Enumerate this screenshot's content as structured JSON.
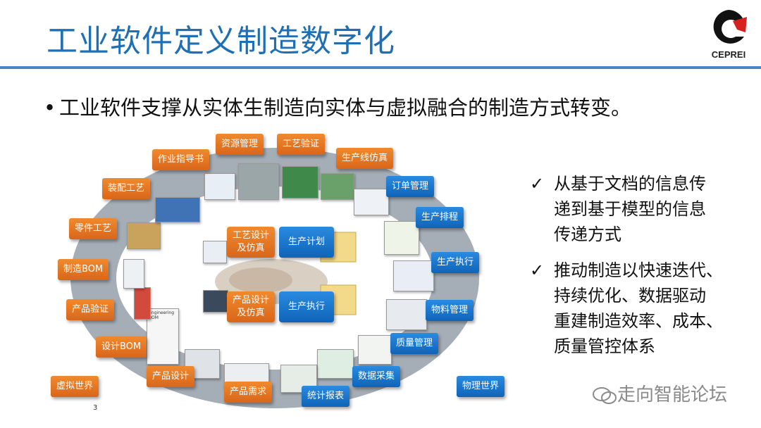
{
  "slide": {
    "title": "工业软件定义制造数字化",
    "logo_text": "CEPREI",
    "main_bullet": "工业软件支撑从实体生制造向实体与虚拟融合的制造方式转变。",
    "page_number": "3",
    "watermark": "走向智能论坛"
  },
  "diagram": {
    "orange_tags": [
      "资源管理",
      "工艺验证",
      "生产线仿真",
      "作业指导书",
      "装配工艺",
      "零件工艺",
      "制造BOM",
      "产品验证",
      "设计BOM",
      "产品设计",
      "产品需求",
      "虚拟世界"
    ],
    "blue_tags": [
      "订单管理",
      "生产排程",
      "生产执行",
      "物料管理",
      "质量管理",
      "数据采集",
      "统计报表",
      "物理世界"
    ],
    "center": {
      "tag_a": "工艺设计\n及仿真",
      "tag_b": "生产计划",
      "tag_c": "产品设计\n及仿真",
      "tag_d": "生产执行"
    },
    "bom_label": "Engineering BOM"
  },
  "checks": [
    {
      "mark": "✓",
      "lines": [
        "从基于文档的信息传",
        "递到基于模型的信息",
        "传递方式"
      ]
    },
    {
      "mark": "✓",
      "lines": [
        "推动制造以快速迭代、",
        "持续优化、数据驱动",
        "重建制造效率、成本、",
        "质量管控体系"
      ]
    }
  ],
  "colors": {
    "title": "#1f6fb5",
    "orange": "#e4742a",
    "blue": "#1673c9",
    "ring": "#a9b1ba"
  }
}
